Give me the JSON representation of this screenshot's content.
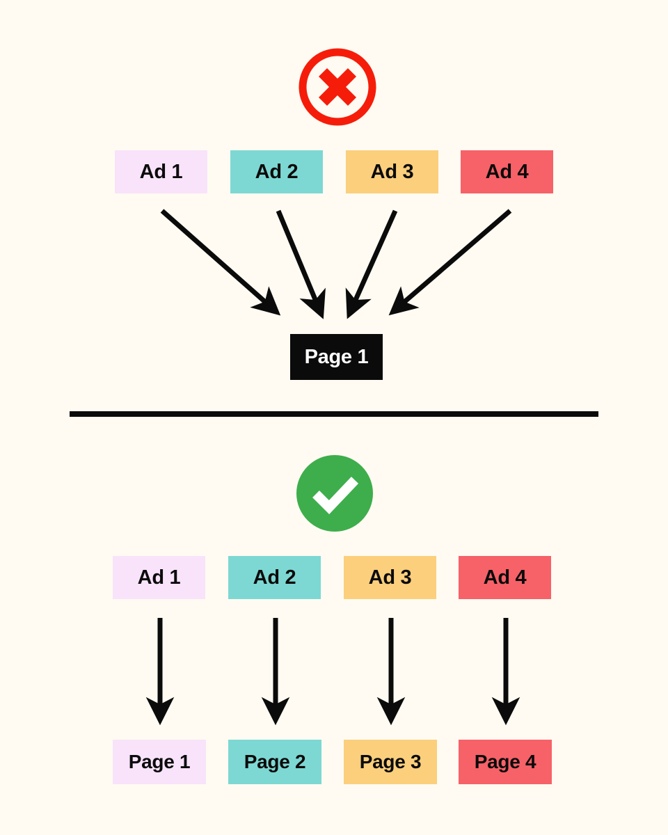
{
  "background_color": "#FFFBF2",
  "ink_color": "#0B0B0B",
  "sections": {
    "bad_practice": {
      "status_icon": "circle-cross-icon",
      "status_meaning": "incorrect",
      "status_color": "#F51D0A",
      "ads": [
        {
          "label": "Ad 1",
          "color": "#F8E3FB"
        },
        {
          "label": "Ad 2",
          "color": "#7DD8D3"
        },
        {
          "label": "Ad 3",
          "color": "#FBCF7C"
        },
        {
          "label": "Ad 4",
          "color": "#F76168"
        }
      ],
      "destination": {
        "label": "Page 1",
        "color": "#0B0B0B",
        "text_color": "#FFFFFF"
      },
      "arrow_count": 4,
      "arrow_style": "converging"
    },
    "good_practice": {
      "status_icon": "circle-check-icon",
      "status_meaning": "correct",
      "status_color": "#3DAE4B",
      "ads": [
        {
          "label": "Ad 1",
          "color": "#F8E3FB"
        },
        {
          "label": "Ad 2",
          "color": "#7DD8D3"
        },
        {
          "label": "Ad 3",
          "color": "#FBCF7C"
        },
        {
          "label": "Ad 4",
          "color": "#F76168"
        }
      ],
      "destinations": [
        {
          "label": "Page 1",
          "color": "#F8E3FB"
        },
        {
          "label": "Page 2",
          "color": "#7DD8D3"
        },
        {
          "label": "Page 3",
          "color": "#FBCF7C"
        },
        {
          "label": "Page 4",
          "color": "#F76168"
        }
      ],
      "arrow_count": 4,
      "arrow_style": "parallel-vertical"
    }
  }
}
